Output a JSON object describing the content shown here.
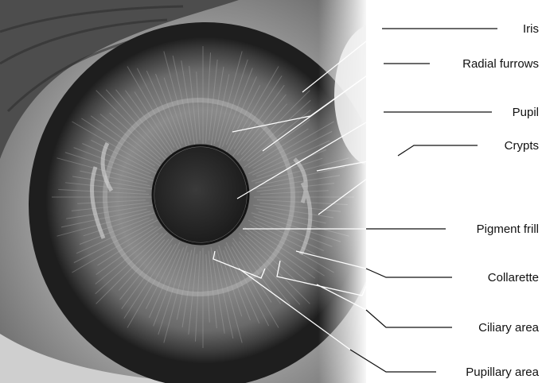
{
  "diagram": {
    "labels": [
      {
        "id": "iris",
        "text": "Iris"
      },
      {
        "id": "radial-furrows",
        "text": "Radial furrows"
      },
      {
        "id": "pupil",
        "text": "Pupil"
      },
      {
        "id": "crypts",
        "text": "Crypts"
      },
      {
        "id": "pigment-frill",
        "text": "Pigment frill"
      },
      {
        "id": "collarette",
        "text": "Collarette"
      },
      {
        "id": "ciliary-area",
        "text": "Ciliary area"
      },
      {
        "id": "pupillary-area",
        "text": "Pupillary area"
      }
    ]
  }
}
